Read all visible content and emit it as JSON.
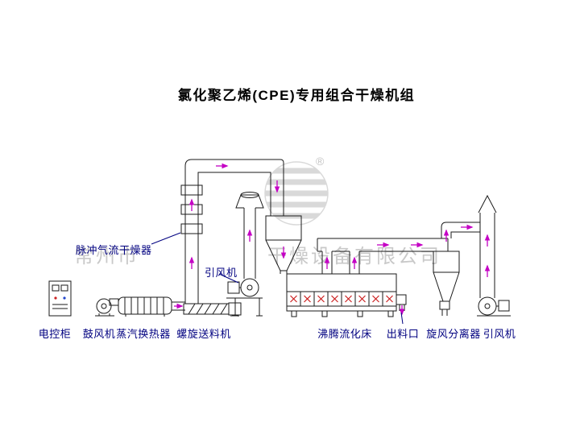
{
  "title": "氯化聚乙烯(CPE)专用组合干燥机组",
  "labels": {
    "pulse_dryer": "脉冲气流干燥器",
    "draft_fan_mid": "引风机",
    "control_cabinet": "电控柜",
    "blower": "鼓风机",
    "heat_exchanger": "蒸汽换热器",
    "screw_feeder": "螺旋送料机",
    "fluidized_bed": "沸腾流化床",
    "outlet": "出料口",
    "cyclone_separator": "旋风分离器",
    "draft_fan_right": "引风机"
  },
  "watermark": {
    "company_left": "常州市",
    "company_right": "干燥设备有限公司",
    "registered_mark": "®"
  },
  "colors": {
    "label_text": "#000080",
    "title_text": "#000000",
    "line": "#1a1a1a",
    "flow_arrow": "#c400c4",
    "hot_mark": "#cc2222",
    "watermark": "#c9c9c9",
    "background": "#ffffff"
  }
}
